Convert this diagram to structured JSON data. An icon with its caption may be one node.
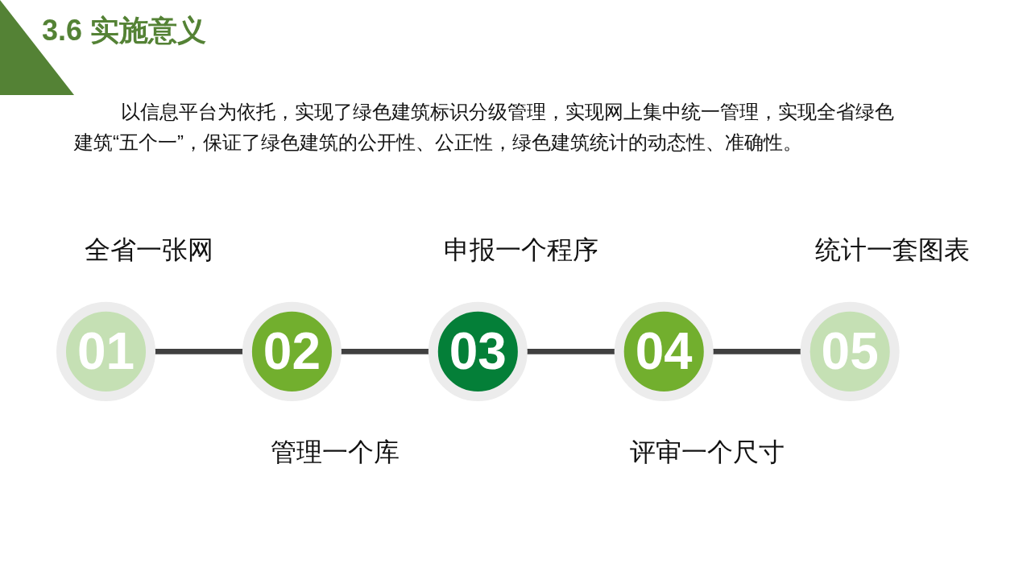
{
  "diagram": {
    "title": "3.6 实施意义",
    "nodes": [
      {
        "text": [
          "01"
        ],
        "beside": [
          "全省一张网"
        ]
      },
      {
        "text": [
          "02"
        ],
        "beside": [
          "管理一个库"
        ]
      },
      {
        "text": [
          "03"
        ],
        "beside": [
          "申报一个程序"
        ]
      },
      {
        "text": [
          "04"
        ],
        "beside": [
          "评审一个尺寸"
        ]
      },
      {
        "text": [
          "05"
        ],
        "beside": [
          "统计一套图表"
        ]
      }
    ],
    "edges": [
      {
        "from": 0,
        "to": 1,
        "arrow": "none"
      },
      {
        "from": 1,
        "to": 2,
        "arrow": "none"
      },
      {
        "from": 2,
        "to": 3,
        "arrow": "none"
      },
      {
        "from": 3,
        "to": 4,
        "arrow": "none"
      }
    ],
    "labels": [
      "以信息平台为依托，实现了绿色建筑标识分级管理，实现网上集中统一管理，实现全省绿色建筑“五个一”，保证了绿色建筑的公开性、公正性，绿色建筑统计的动态性、准确性。"
    ]
  }
}
